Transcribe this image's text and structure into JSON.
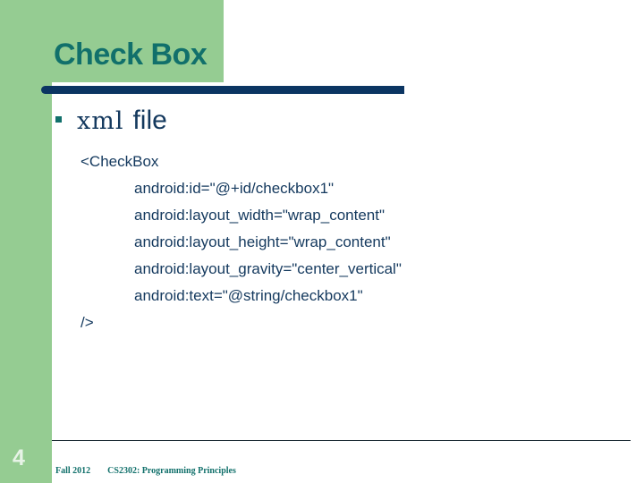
{
  "slide": {
    "title": "Check Box",
    "number": "4",
    "colors": {
      "green_band": "#95cc92",
      "title_teal": "#11706b",
      "rule_navy": "#0b3562",
      "body_navy": "#14395e",
      "background": "#ffffff"
    }
  },
  "bullet": {
    "marker": "square-bullet-icon",
    "code_word": "xml",
    "plain_word": "file"
  },
  "code": {
    "lines": [
      {
        "text": "<CheckBox",
        "indent": false
      },
      {
        "text": "android:id=\"@+id/checkbox1\"",
        "indent": true
      },
      {
        "text": "android:layout_width=\"wrap_content\"",
        "indent": true
      },
      {
        "text": "android:layout_height=\"wrap_content\"",
        "indent": true
      },
      {
        "text": "android:layout_gravity=\"center_vertical\"",
        "indent": true
      },
      {
        "text": "android:text=\"@string/checkbox1\"",
        "indent": true
      },
      {
        "text": "/>",
        "indent": false
      }
    ]
  },
  "footer": {
    "term": "Fall 2012",
    "course": "CS2302: Programming Principles"
  }
}
